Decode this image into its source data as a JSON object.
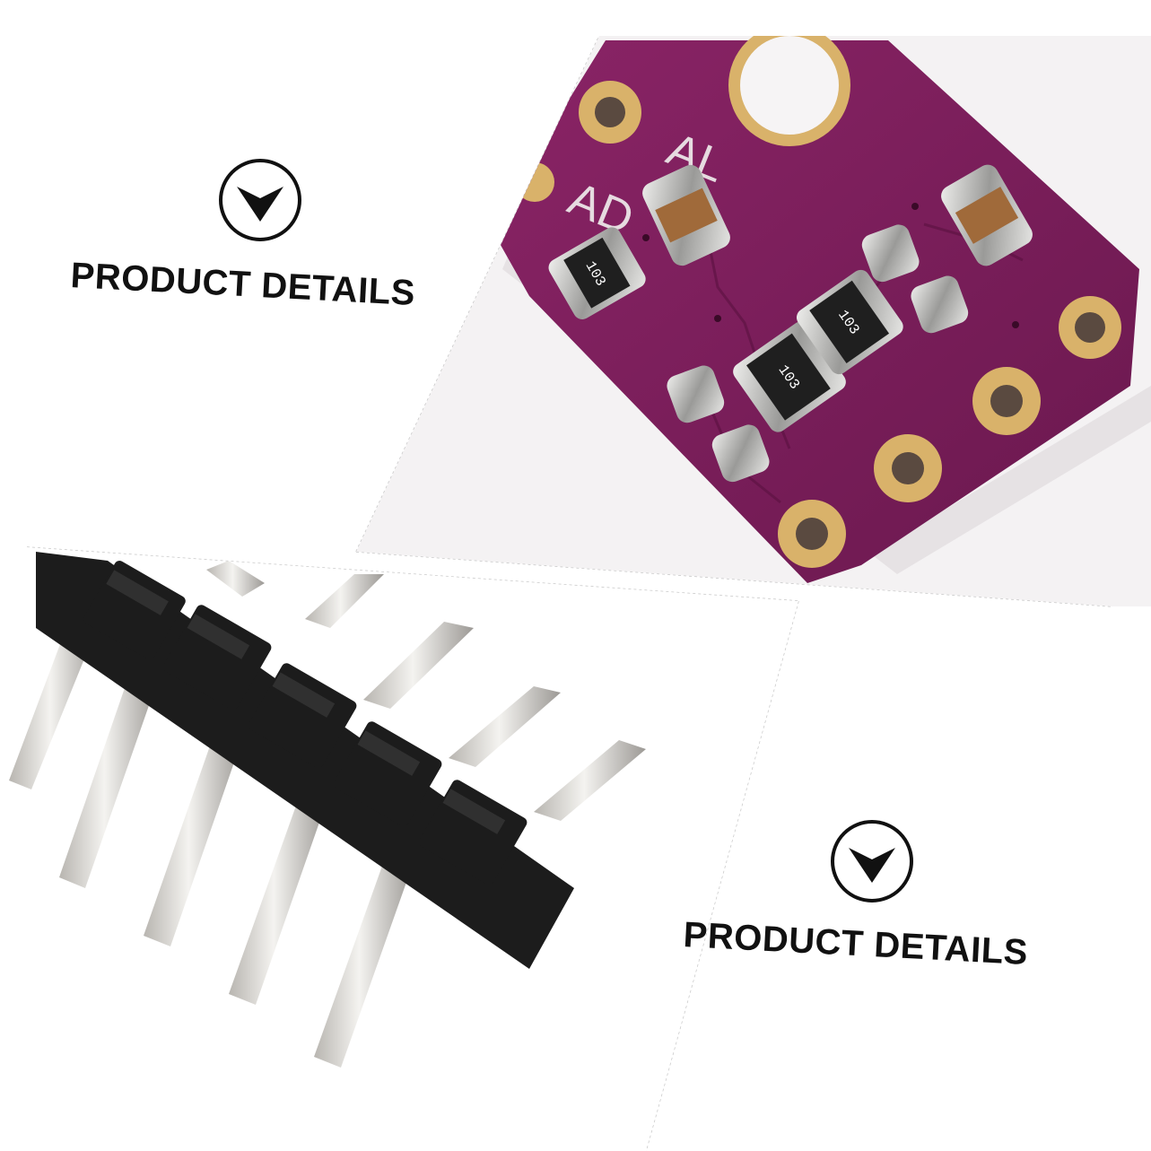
{
  "section_top": {
    "caption": "PRODUCT DETAILS",
    "icon": "chevron-down-circle-icon"
  },
  "section_bottom": {
    "caption": "PRODUCT DETAILS",
    "icon": "chevron-down-circle-icon"
  },
  "photos": {
    "board": {
      "silkscreen_labels": [
        "AL",
        "AD"
      ],
      "resistor_code": "103",
      "board_color": "#7a1f5a",
      "pad_color": "#d9b26a"
    },
    "header": {
      "pin_count": 5,
      "housing_color": "#1c1c1c",
      "pin_color": "#d8d6d2"
    }
  }
}
